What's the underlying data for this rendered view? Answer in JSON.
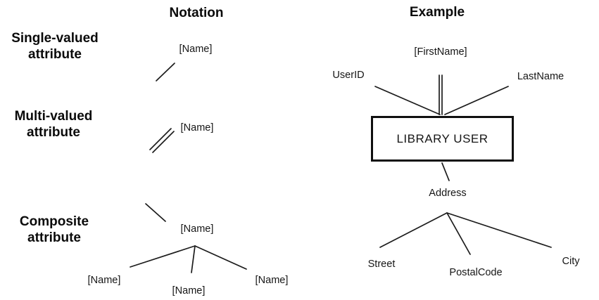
{
  "headers": {
    "notation": "Notation",
    "example": "Example"
  },
  "notation": {
    "single": {
      "label_line1": "Single-valued",
      "label_line2": "attribute",
      "name": "[Name]"
    },
    "multi": {
      "label_line1": "Multi-valued",
      "label_line2": "attribute",
      "name": "[Name]"
    },
    "composite": {
      "label_line1": "Composite",
      "label_line2": "attribute",
      "parent_name": "[Name]",
      "children": {
        "left": "[Name]",
        "middle": "[Name]",
        "right": "[Name]"
      }
    }
  },
  "example": {
    "entity_name": "LIBRARY USER",
    "multi_attribute": "[FirstName]",
    "single_attributes": {
      "left": "UserID",
      "right": "LastName"
    },
    "composite_attribute": "Address",
    "composite_children": {
      "left": "Street",
      "middle": "PostalCode",
      "right": "City"
    }
  },
  "colors": {
    "ink": "#1c1c1c",
    "background": "#ffffff"
  }
}
